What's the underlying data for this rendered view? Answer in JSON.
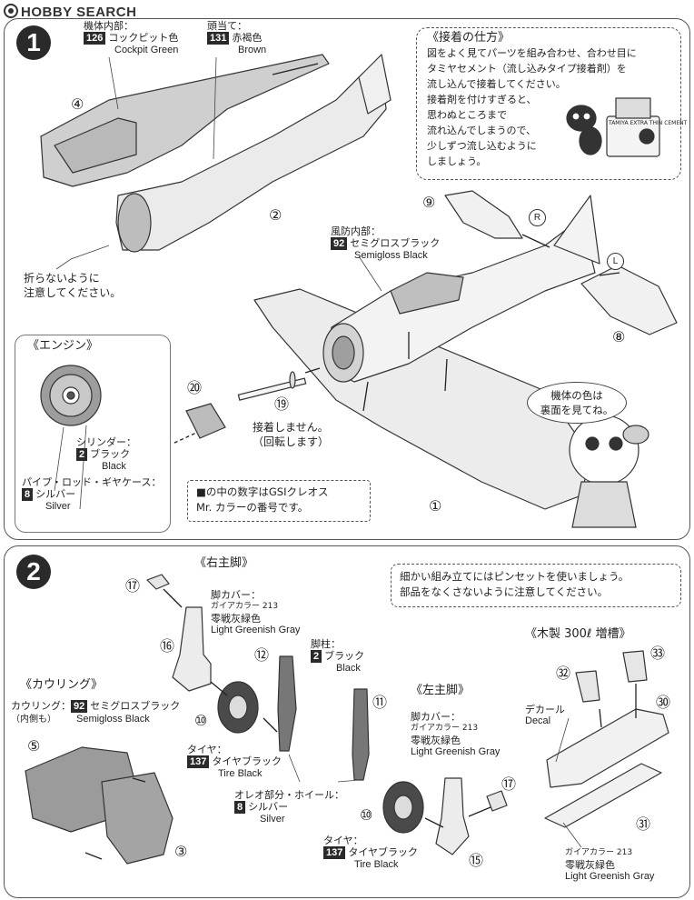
{
  "brand": {
    "logo_text": "HOBBY SEARCH"
  },
  "step1": {
    "number": "1",
    "cockpit": {
      "label_jp": "機体内部：",
      "code": "126",
      "name_jp": "コックピット色",
      "name_en": "Cockpit Green"
    },
    "headrest": {
      "label_jp": "頭当て：",
      "code": "131",
      "name_jp": "赤褐色",
      "name_en": "Brown"
    },
    "part_4": "④",
    "part_2": "②",
    "fold_warning": [
      "折らないように",
      "注意してください。"
    ],
    "firewall": {
      "label_jp": "風防内部：",
      "code": "92",
      "name_jp": "セミグロスブラック",
      "name_en": "Semigloss Black"
    },
    "glue_box": {
      "title": "《接着の仕方》",
      "lines": [
        "図をよく見てパーツを組み合わせ、合わせ目に",
        "タミヤセメント（流し込みタイプ接着剤）を",
        "流し込んで接着してください。",
        "接着剤を付けすぎると、",
        "思わぬところまで",
        "流れ込んでしまうので、",
        "少しずつ流し込むように",
        "しましょう。"
      ],
      "bottle_label": "TAMIYA EXTRA THIN CEMENT"
    },
    "part_9": "⑨",
    "part_8": "⑧",
    "mark_r": "R",
    "mark_l": "L",
    "engine_title": "《エンジン》",
    "cylinder": {
      "label_jp": "シリンダー：",
      "code": "2",
      "name_jp": "ブラック",
      "name_en": "Black"
    },
    "pipe": {
      "label_jp": "パイプ・ロッド・ギヤケース：",
      "code": "8",
      "name_jp": "シルバー",
      "name_en": "Silver"
    },
    "part_20": "⑳",
    "part_19": "⑲",
    "no_glue": [
      "接着しません。",
      "（回転します）"
    ],
    "part_1": "①",
    "body_color_bubble": [
      "機体の色は",
      "裏面を見てね。"
    ],
    "note_box": [
      "■の中の数字はGSIクレオス",
      "Mr. カラーの番号です。"
    ]
  },
  "step2": {
    "number": "2",
    "right_gear_title": "《右主脚》",
    "tweezers_note": [
      "細かい組み立てにはピンセットを使いましょう。",
      "部品をなくさないように注意してください。"
    ],
    "gear_cover_r": {
      "label_jp": "脚カバー：",
      "sub": "ガイアカラー 213",
      "name_jp": "零戦灰緑色",
      "name_en": "Light Greenish Gray"
    },
    "strut": {
      "label_jp": "脚柱：",
      "code": "2",
      "name_jp": "ブラック",
      "name_en": "Black"
    },
    "part_17": "⑰",
    "part_16": "⑯",
    "part_12": "⑫",
    "part_11": "⑪",
    "part_10": "⑩",
    "part_15": "⑮",
    "tire_r": {
      "label_jp": "タイヤ：",
      "code": "137",
      "name_jp": "タイヤブラック",
      "name_en": "Tire Black"
    },
    "oleo": {
      "label_jp": "オレオ部分・ホイール：",
      "code": "8",
      "name_jp": "シルバー",
      "name_en": "Silver"
    },
    "cowling_title": "《カウリング》",
    "cowling": {
      "label_jp": "カウリング：",
      "sub": "（内側も）",
      "code": "92",
      "name_jp": "セミグロスブラック",
      "name_en": "Semigloss Black"
    },
    "part_5": "⑤",
    "part_3": "③",
    "left_gear_title": "《左主脚》",
    "gear_cover_l": {
      "label_jp": "脚カバー：",
      "sub": "ガイアカラー 213",
      "name_jp": "零戦灰緑色",
      "name_en": "Light Greenish Gray"
    },
    "tire_l": {
      "label_jp": "タイヤ：",
      "code": "137",
      "name_jp": "タイヤブラック",
      "name_en": "Tire Black"
    },
    "tank_title": "《木製 300ℓ 増槽》",
    "part_32": "㉜",
    "part_33": "㉝",
    "part_30": "㉚",
    "part_31": "㉛",
    "decal": {
      "label_jp": "デカール",
      "label_en": "Decal"
    },
    "tank_color": {
      "sub": "ガイアカラー 213",
      "name_jp": "零戦灰緑色",
      "name_en": "Light Greenish Gray"
    }
  }
}
